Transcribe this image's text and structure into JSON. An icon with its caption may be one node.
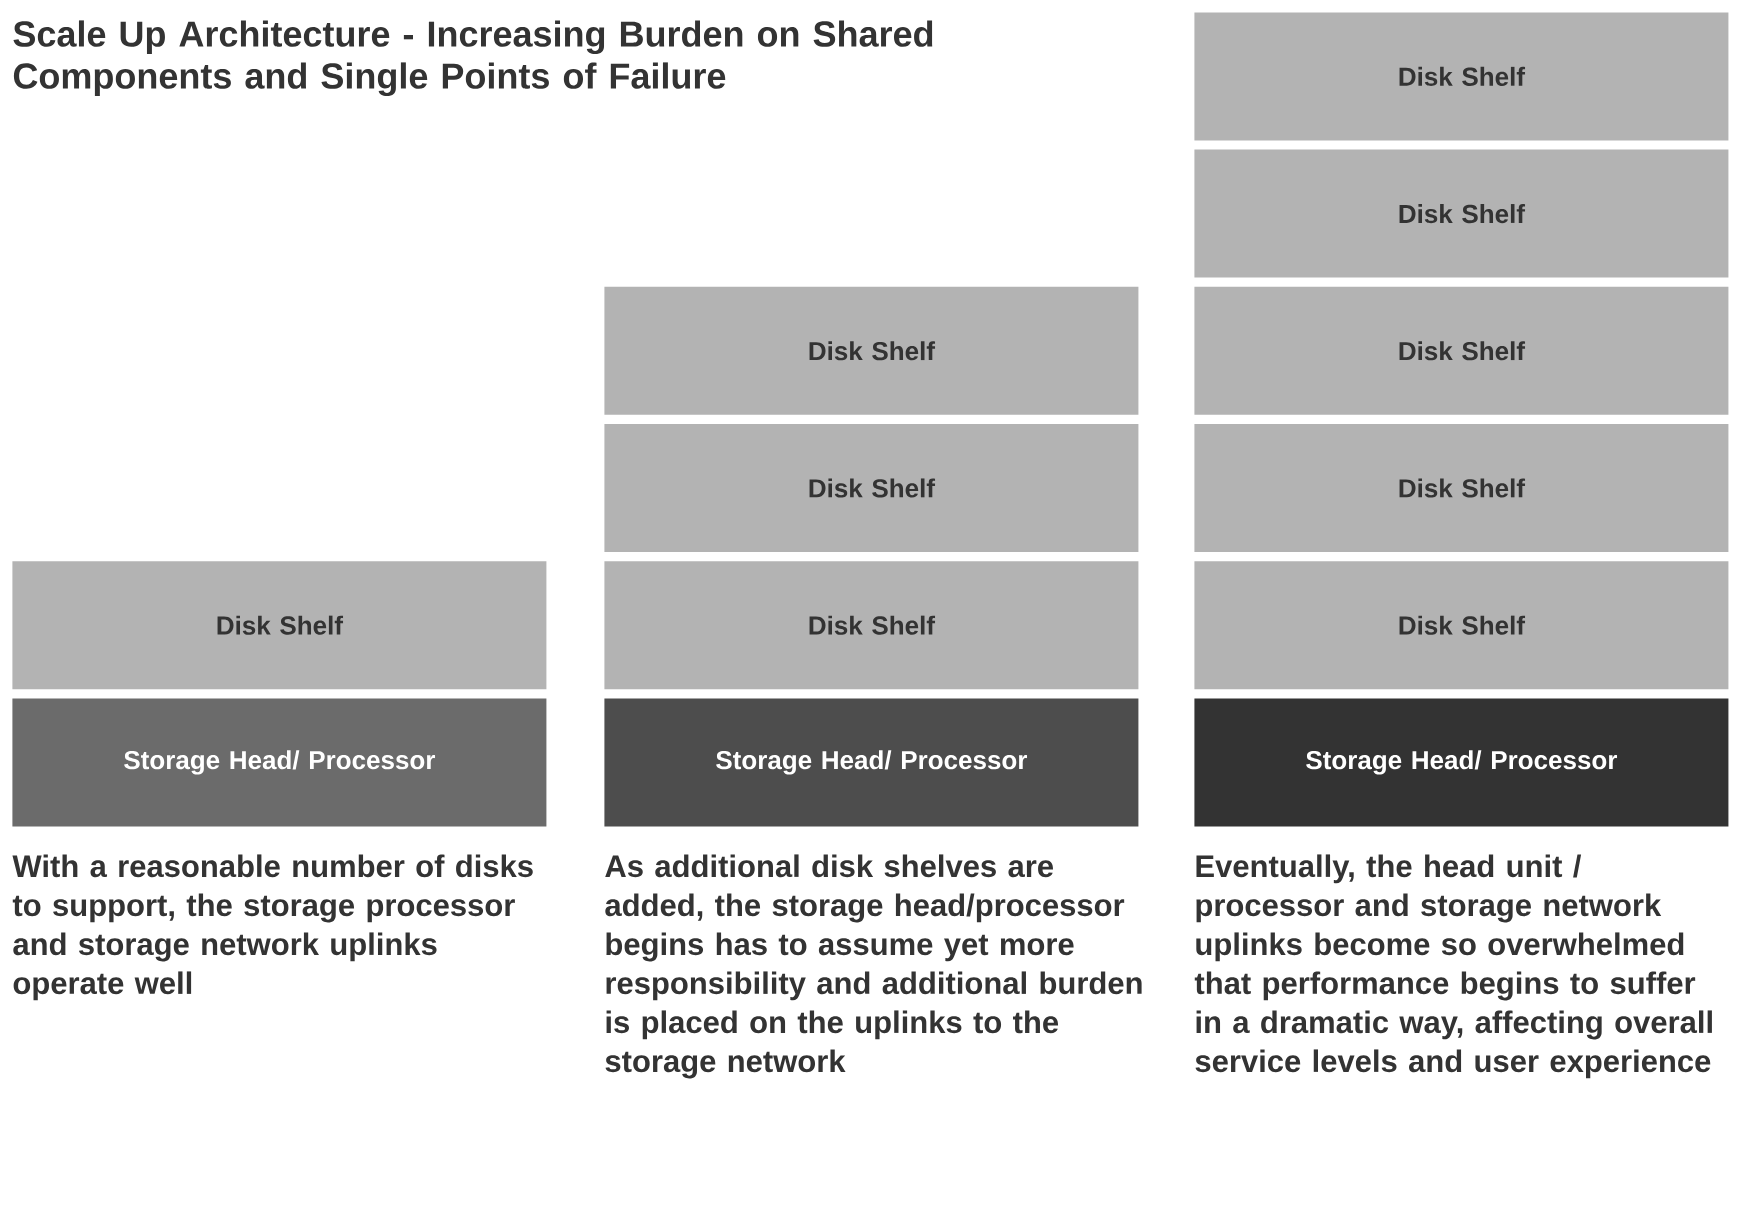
{
  "diagram": {
    "title": "Scale Up Architecture - Increasing Burden on Shared Components and Single Points of Failure",
    "nodes": [
      {
        "text": [
          "Disk Shelf"
        ]
      },
      {
        "text": [
          "Storage Head/ Processor"
        ],
        "beside": [
          "With a reasonable number of disks to support, the storage processor and storage network uplinks operate well"
        ]
      },
      {
        "text": [
          "Disk Shelf"
        ]
      },
      {
        "text": [
          "Disk Shelf"
        ]
      },
      {
        "text": [
          "Disk Shelf"
        ]
      },
      {
        "text": [
          "Storage Head/ Processor"
        ],
        "beside": [
          "As additional disk shelves are added, the storage head/processor begins has to assume yet more responsibility and additional burden is placed on the uplinks to the storage network"
        ]
      },
      {
        "text": [
          "Disk Shelf"
        ]
      },
      {
        "text": [
          "Disk Shelf"
        ]
      },
      {
        "text": [
          "Disk Shelf"
        ]
      },
      {
        "text": [
          "Disk Shelf"
        ]
      },
      {
        "text": [
          "Disk Shelf"
        ]
      },
      {
        "text": [
          "Storage Head/ Processor"
        ],
        "beside": [
          "Eventually, the head unit / processor and storage network uplinks become so overwhelmed that performance begins to suffer in a dramatic way, affecting overall service levels and user experience"
        ]
      }
    ]
  }
}
